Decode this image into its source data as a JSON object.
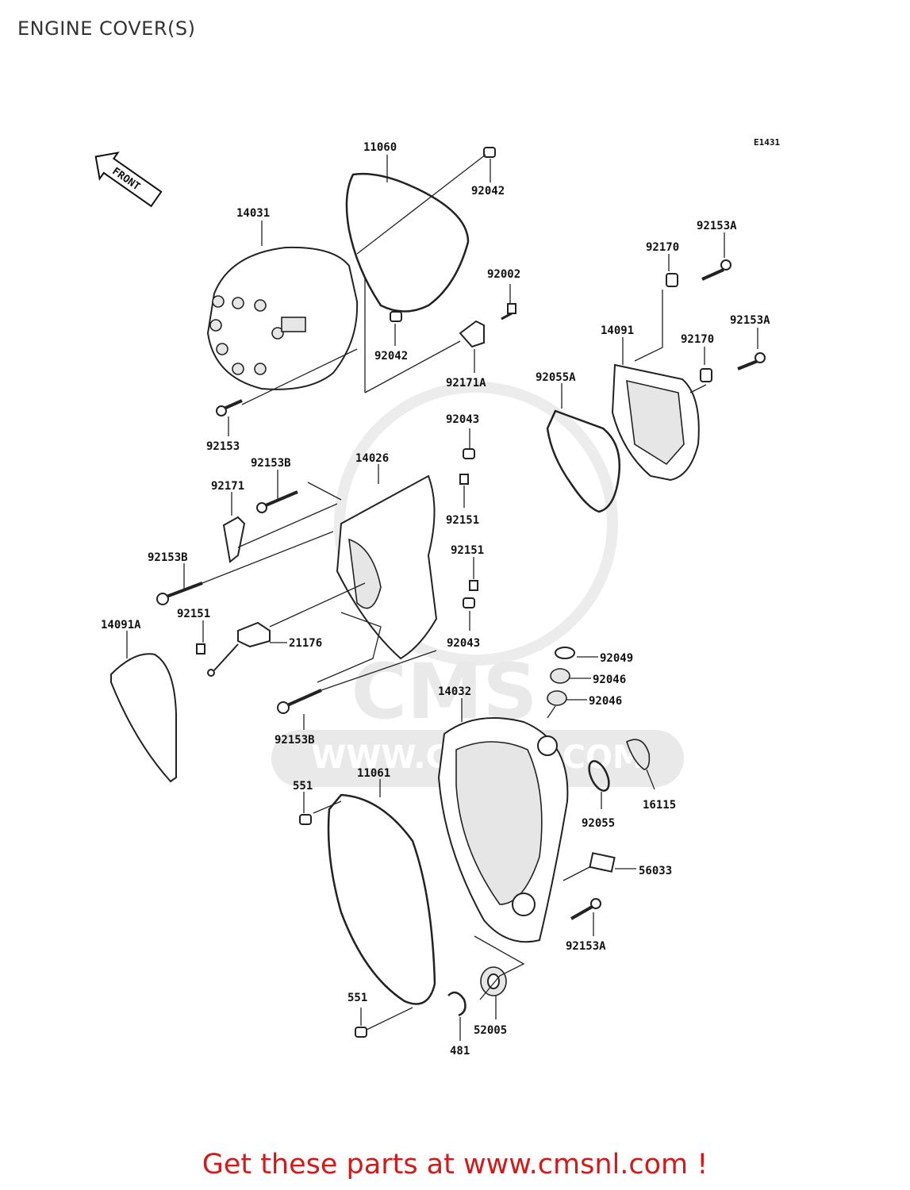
{
  "page": {
    "title": "ENGINE COVER(S)",
    "ref_code": "E1431"
  },
  "front_indicator": "FRONT",
  "watermark": {
    "brand": "CMS",
    "url": "WWW.CMSNL.COM"
  },
  "footer": {
    "text": "Get these parts at www.cmsnl.com !",
    "color": "#d11a1a"
  },
  "parts": [
    {
      "id": "p01",
      "number": "11060"
    },
    {
      "id": "p02",
      "number": "92042"
    },
    {
      "id": "p03",
      "number": "14031"
    },
    {
      "id": "p04",
      "number": "92002"
    },
    {
      "id": "p05",
      "number": "92042"
    },
    {
      "id": "p06",
      "number": "92171A"
    },
    {
      "id": "p07",
      "number": "92153"
    },
    {
      "id": "p08",
      "number": "92153A"
    },
    {
      "id": "p09",
      "number": "92170"
    },
    {
      "id": "p10",
      "number": "14091"
    },
    {
      "id": "p11",
      "number": "92153A"
    },
    {
      "id": "p12",
      "number": "92170"
    },
    {
      "id": "p13",
      "number": "92055A"
    },
    {
      "id": "p14",
      "number": "92043"
    },
    {
      "id": "p15",
      "number": "14026"
    },
    {
      "id": "p16",
      "number": "92153B"
    },
    {
      "id": "p17",
      "number": "92171"
    },
    {
      "id": "p18",
      "number": "92151"
    },
    {
      "id": "p19",
      "number": "92151"
    },
    {
      "id": "p20",
      "number": "92153B"
    },
    {
      "id": "p21",
      "number": "92151"
    },
    {
      "id": "p22",
      "number": "21176"
    },
    {
      "id": "p23",
      "number": "14091A"
    },
    {
      "id": "p24",
      "number": "92043"
    },
    {
      "id": "p25",
      "number": "92049"
    },
    {
      "id": "p26",
      "number": "92046"
    },
    {
      "id": "p27",
      "number": "92046"
    },
    {
      "id": "p28",
      "number": "14032"
    },
    {
      "id": "p29",
      "number": "92153B"
    },
    {
      "id": "p30",
      "number": "11061"
    },
    {
      "id": "p31",
      "number": "551"
    },
    {
      "id": "p32",
      "number": "16115"
    },
    {
      "id": "p33",
      "number": "92055"
    },
    {
      "id": "p34",
      "number": "56033"
    },
    {
      "id": "p35",
      "number": "92153A"
    },
    {
      "id": "p36",
      "number": "551"
    },
    {
      "id": "p37",
      "number": "52005"
    },
    {
      "id": "p38",
      "number": "481"
    }
  ]
}
